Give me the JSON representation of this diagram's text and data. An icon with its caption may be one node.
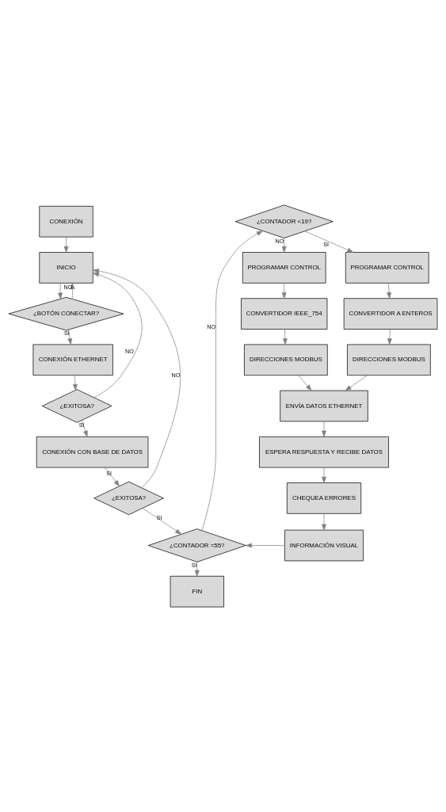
{
  "diagram": {
    "nodes": [
      {
        "text": [
          "CONEXIÓN"
        ]
      },
      {
        "text": [
          "INICIO"
        ]
      },
      {
        "text": [
          "¿BOTÓN CONECTAR?"
        ]
      },
      {
        "text": [
          "CONEXIÓN ETHERNET"
        ]
      },
      {
        "text": [
          "¿EXITOSA?"
        ]
      },
      {
        "text": [
          "CONEXIÓN CON BASE DE DATOS"
        ]
      },
      {
        "text": [
          "¿EXITOSA?"
        ]
      },
      {
        "text": [
          "¿CONTADOR =55?"
        ]
      },
      {
        "text": [
          "FIN"
        ]
      },
      {
        "text": [
          "¿CONTADOR <19?"
        ]
      },
      {
        "text": [
          "PROGRAMAR CONTROL"
        ]
      },
      {
        "text": [
          "CONVERTIDOR IEEE_754"
        ]
      },
      {
        "text": [
          "DIRECCIONES MODBUS"
        ]
      },
      {
        "text": [
          "PROGRAMAR CONTROL"
        ]
      },
      {
        "text": [
          "CONVERTIDOR A ENTEROS"
        ]
      },
      {
        "text": [
          "DIRECCIONES MODBUS"
        ]
      },
      {
        "text": [
          "ENVÍA DATOS ETHERNET"
        ]
      },
      {
        "text": [
          "ESPERA RESPUESTA Y RECIBE DATOS"
        ]
      },
      {
        "text": [
          "CHEQUEA ERRORES"
        ]
      },
      {
        "text": [
          "INFORMACIÓN VISUAL"
        ]
      }
    ],
    "edges": [
      {
        "from": 0,
        "to": 1,
        "arrow": "to"
      },
      {
        "from": 1,
        "to": 2,
        "arrow": "to"
      },
      {
        "from": 2,
        "to": 3,
        "arrow": "to",
        "label": "SI"
      },
      {
        "from": 2,
        "to": 1,
        "arrow": "to",
        "label": "NO"
      },
      {
        "from": 3,
        "to": 4,
        "arrow": "to"
      },
      {
        "from": 4,
        "to": 5,
        "arrow": "to",
        "label": "SI"
      },
      {
        "from": 4,
        "to": 1,
        "arrow": "to",
        "label": "NO"
      },
      {
        "from": 5,
        "to": 6,
        "arrow": "to",
        "label": "SI"
      },
      {
        "from": 6,
        "to": 1,
        "arrow": "to",
        "label": "NO"
      },
      {
        "from": 6,
        "to": 7,
        "arrow": "to",
        "label": "SI"
      },
      {
        "from": 7,
        "to": 8,
        "arrow": "to",
        "label": "SI"
      },
      {
        "from": 7,
        "to": 9,
        "arrow": "to",
        "label": "NO"
      },
      {
        "from": 9,
        "to": 10,
        "arrow": "to",
        "label": "NO"
      },
      {
        "from": 9,
        "to": 13,
        "arrow": "to",
        "label": "SI"
      },
      {
        "from": 10,
        "to": 11,
        "arrow": "to"
      },
      {
        "from": 11,
        "to": 12,
        "arrow": "to"
      },
      {
        "from": 13,
        "to": 14,
        "arrow": "to"
      },
      {
        "from": 14,
        "to": 15,
        "arrow": "to"
      },
      {
        "from": 12,
        "to": 16,
        "arrow": "to"
      },
      {
        "from": 15,
        "to": 16,
        "arrow": "to"
      },
      {
        "from": 16,
        "to": 17,
        "arrow": "to"
      },
      {
        "from": 17,
        "to": 18,
        "arrow": "to"
      },
      {
        "from": 18,
        "to": 19,
        "arrow": "to"
      },
      {
        "from": 19,
        "to": 7,
        "arrow": "to"
      }
    ]
  }
}
